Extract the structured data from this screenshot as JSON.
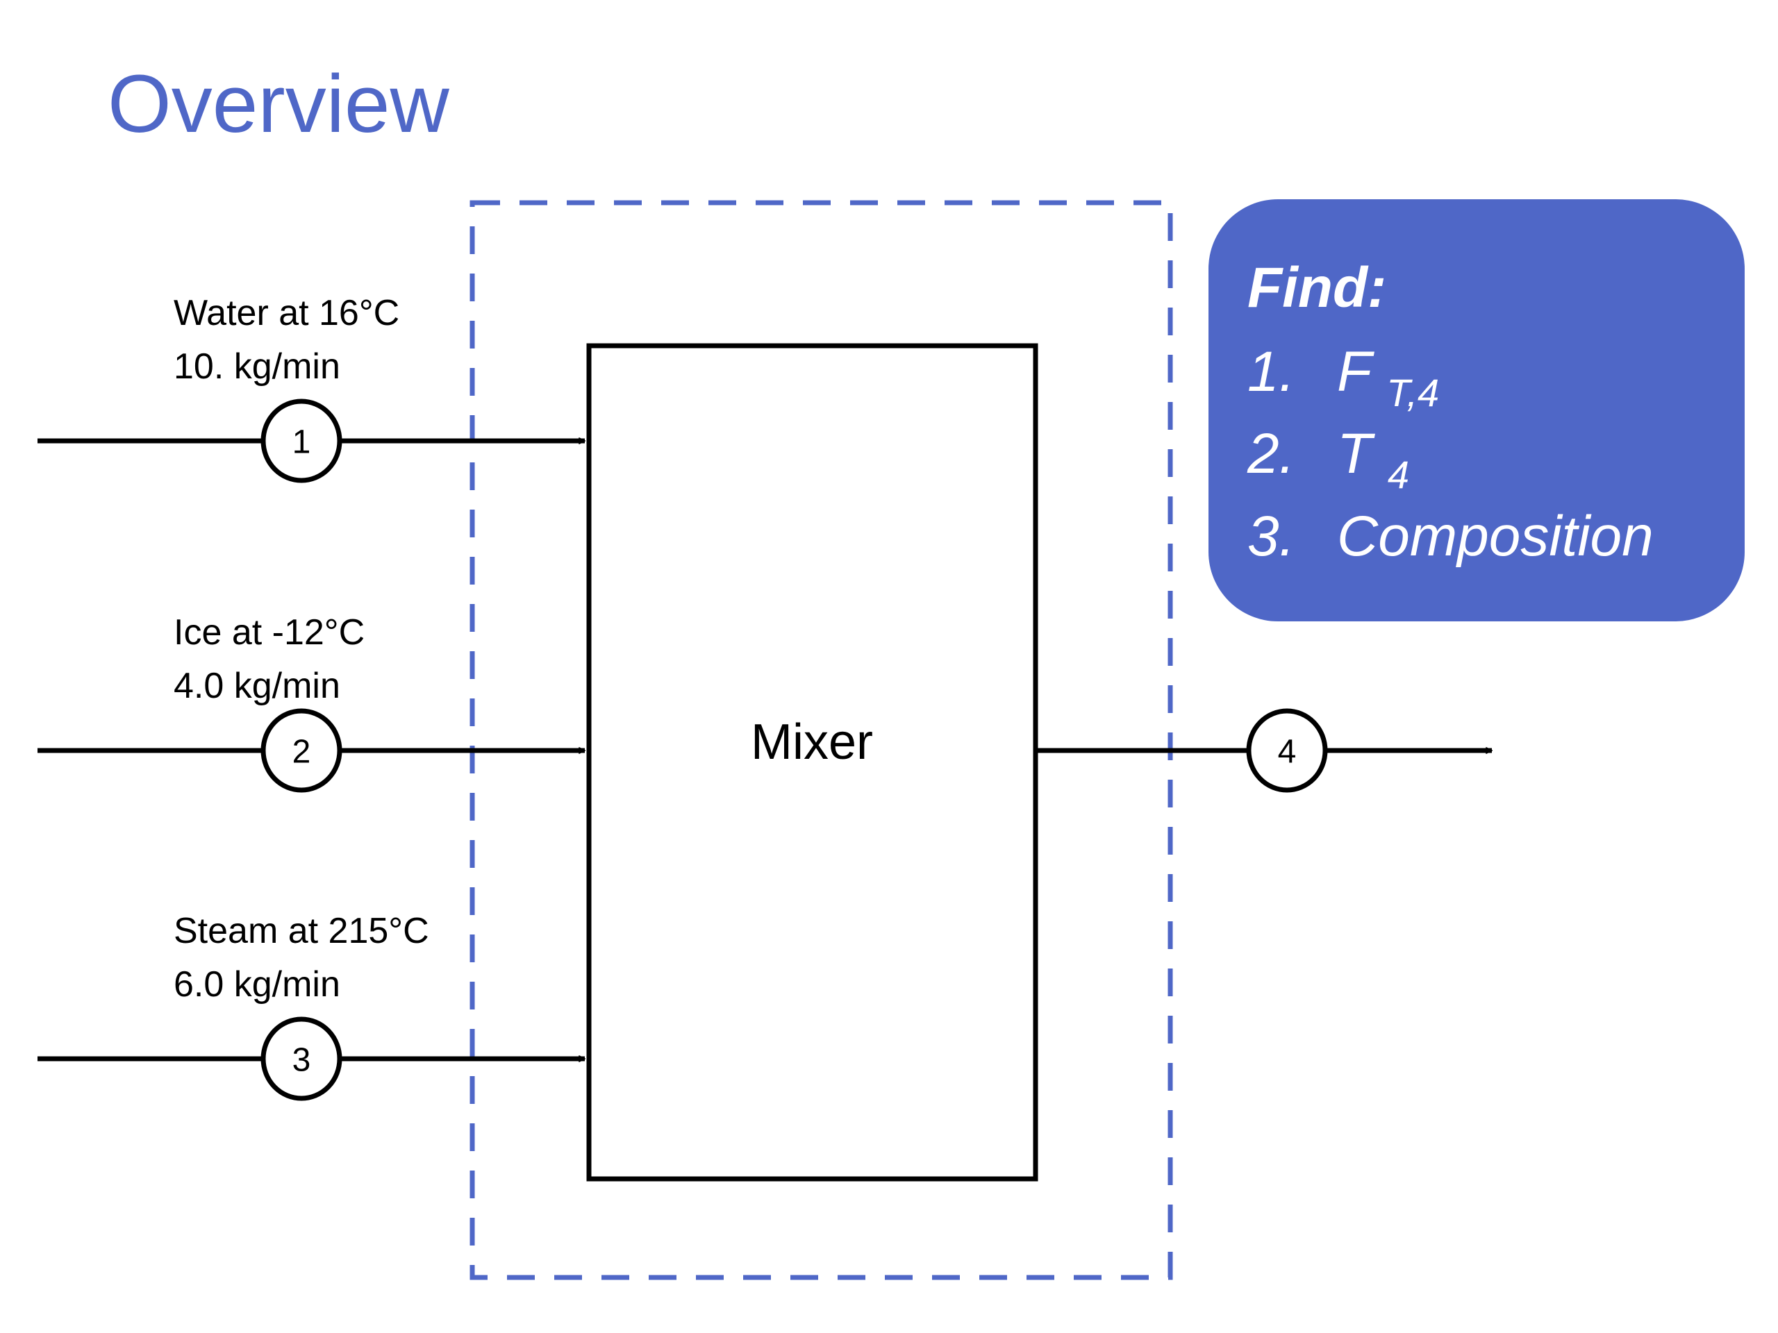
{
  "title": "Overview",
  "colors": {
    "accent": "#4f67c7",
    "line": "#000000",
    "find_box": "#4f67c7",
    "find_text": "#ffffff"
  },
  "unit": {
    "label": "Mixer"
  },
  "streams": [
    {
      "number": "1",
      "line1": "Water at 16°C",
      "line2": "10. kg/min",
      "direction": "in"
    },
    {
      "number": "2",
      "line1": "Ice at -12°C",
      "line2": "4.0 kg/min",
      "direction": "in"
    },
    {
      "number": "3",
      "line1": "Steam at 215°C",
      "line2": "6.0 kg/min",
      "direction": "in"
    },
    {
      "number": "4",
      "direction": "out"
    }
  ],
  "find": {
    "heading": "Find:",
    "items": [
      {
        "index": "1.",
        "main": "F",
        "sub": "T,4"
      },
      {
        "index": "2.",
        "main": "T",
        "sub": "4"
      },
      {
        "index": "3.",
        "main": "Composition",
        "sub": ""
      }
    ]
  }
}
